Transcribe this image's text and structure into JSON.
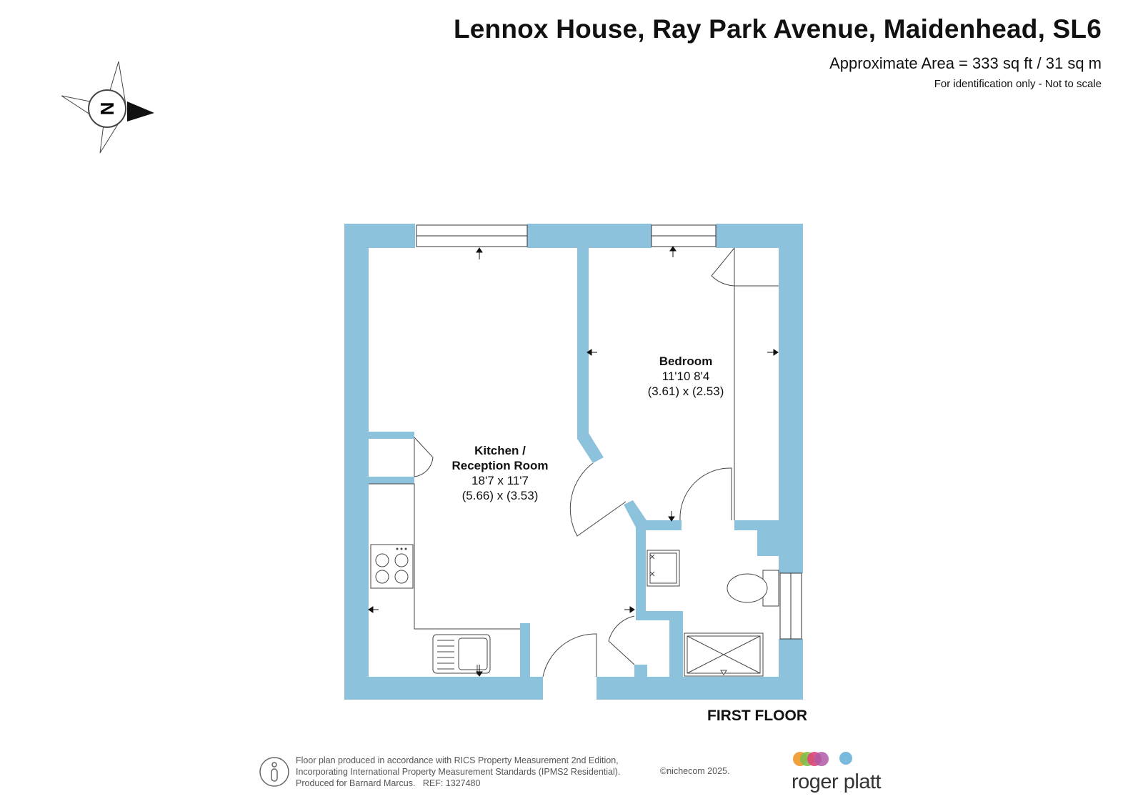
{
  "header": {
    "title": "Lennox House, Ray Park Avenue, Maidenhead, SL6",
    "area": "Approximate Area = 333 sq ft / 31 sq m",
    "note": "For identification only - Not to scale"
  },
  "compass": {
    "label": "N"
  },
  "rooms": [
    {
      "name": "Bedroom",
      "dims_imperial": "11'10 8'4",
      "dims_metric": "(3.61) x (2.53)"
    },
    {
      "name_line1": "Kitchen /",
      "name_line2": "Reception Room",
      "dims_imperial": "18'7 x 11'7",
      "dims_metric": "(5.66) x (3.53)"
    }
  ],
  "floor_label": "FIRST FLOOR",
  "footer": {
    "line1": "Floor plan produced in accordance with RICS Property Measurement 2nd Edition,",
    "line2": "Incorporating International Property Measurement Standards (IPMS2 Residential).",
    "line3": "Produced for Barnard Marcus.   REF: 1327480",
    "copyright": "©nichecom 2025."
  },
  "brand": {
    "name": "roger platt",
    "dot_colors": [
      "#f2a03d",
      "#7fbf4d",
      "#e0457b",
      "#b05aa8",
      "#7ab9de"
    ]
  },
  "colors": {
    "wall": "#8cc2dc",
    "line": "#333333"
  }
}
